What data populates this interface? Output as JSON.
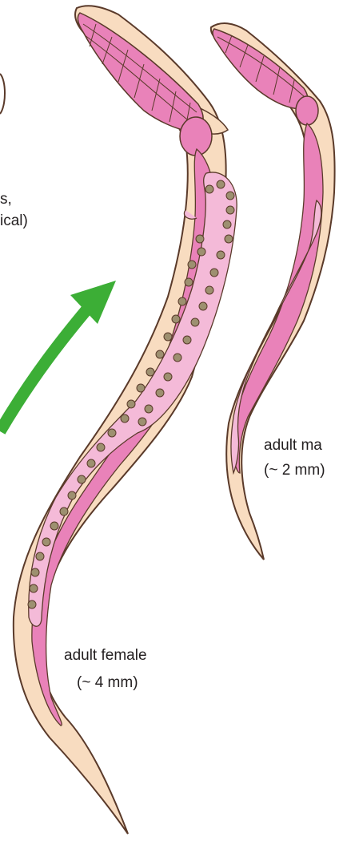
{
  "labels": {
    "prev_stage_line1": "s,",
    "prev_stage_line2": "ical)",
    "female_name": "adult female",
    "female_size": "(~ 4 mm)",
    "male_name": "adult ma",
    "male_size": "(~ 2 mm)"
  },
  "colors": {
    "body": "#f8dcc0",
    "outline": "#5a3a2a",
    "organ": "#e982b9",
    "organ_light": "#f4bad8",
    "egg": "#9d9070",
    "arrow": "#3cae36"
  }
}
